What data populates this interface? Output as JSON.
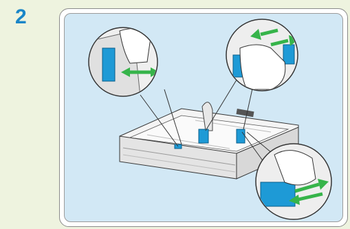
{
  "step": {
    "number": "2"
  },
  "illustration": {
    "subject": "paper-tray-guide-adjustment",
    "colors": {
      "frame_bg": "#d2e8f5",
      "tray": "#f3f3f3",
      "guide": "#1e9ad6",
      "arrow": "#36b44a",
      "hand": "#ffffff",
      "line": "#333333"
    },
    "callouts": [
      "front-left-guide",
      "rear-length-guide",
      "side-width-guide"
    ]
  }
}
